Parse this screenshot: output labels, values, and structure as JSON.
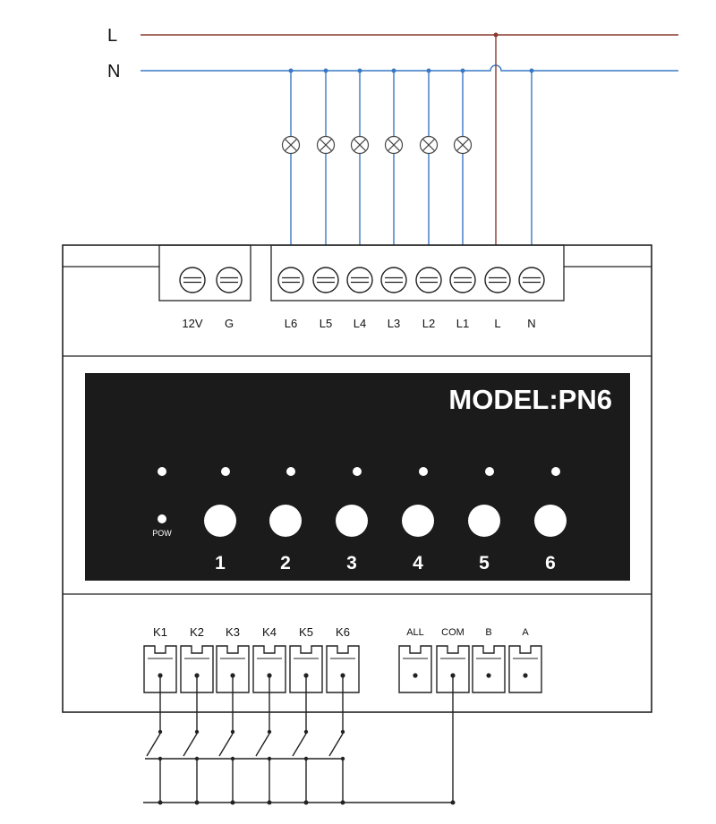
{
  "rails": {
    "live": "L",
    "neutral": "N"
  },
  "power_terminals": [
    "12V",
    "G"
  ],
  "load_terminals": [
    "L6",
    "L5",
    "L4",
    "L3",
    "L2",
    "L1",
    "L",
    "N"
  ],
  "panel": {
    "model": "MODEL:PN6",
    "pow_label": "POW",
    "channels": [
      "1",
      "2",
      "3",
      "4",
      "5",
      "6"
    ]
  },
  "input_terminals": [
    "K1",
    "K2",
    "K3",
    "K4",
    "K5",
    "K6"
  ],
  "bus_terminals": [
    "ALL",
    "COM",
    "B",
    "A"
  ],
  "colors": {
    "live_wire": "#8a3a2e",
    "neutral_wire": "#3b78c4",
    "panel_bg": "#1b1b1b",
    "panel_text": "#ffffff"
  }
}
